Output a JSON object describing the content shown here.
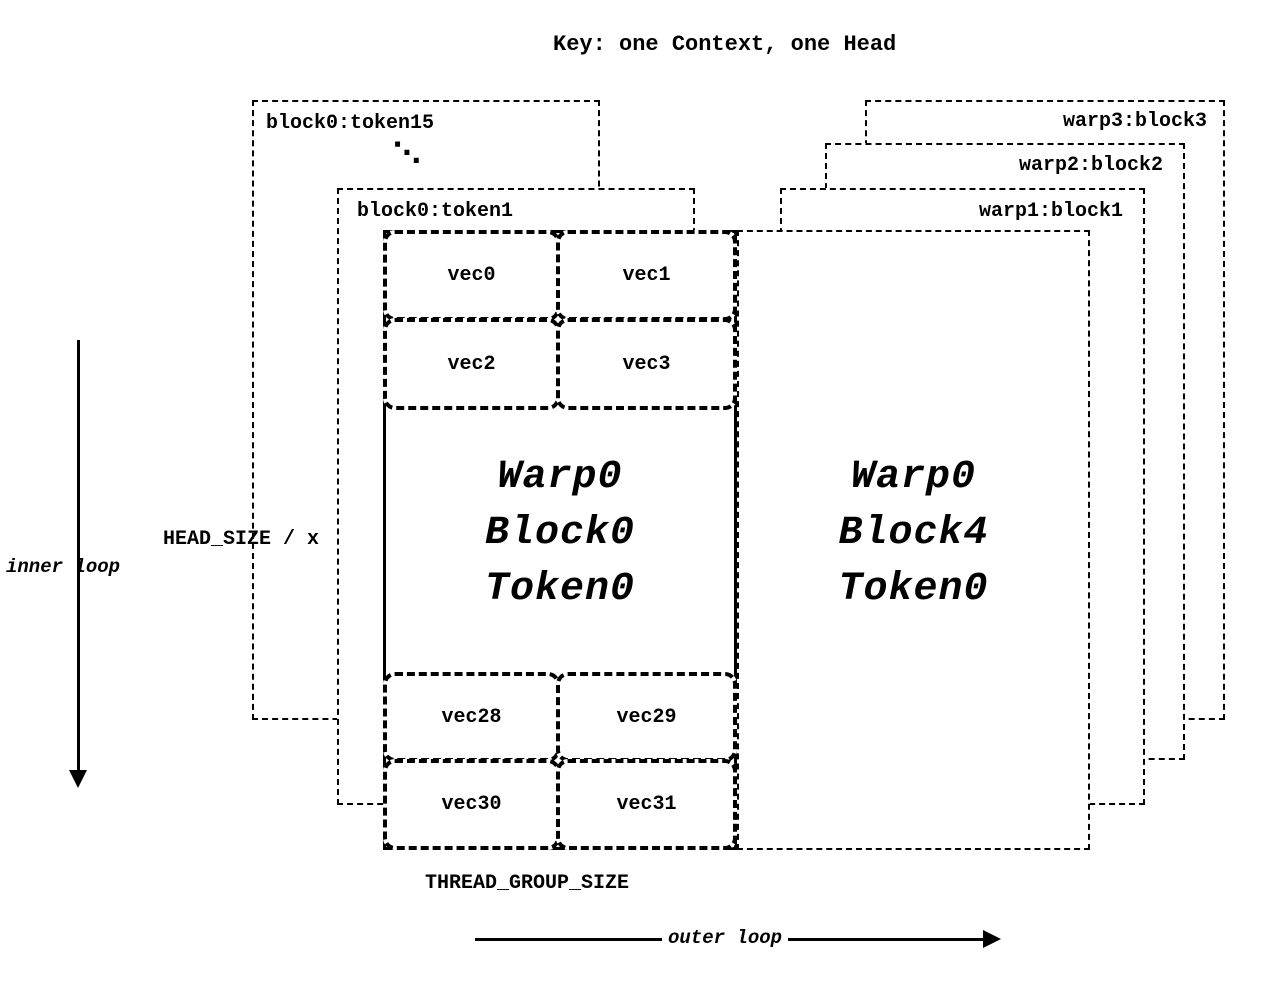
{
  "title": "Key: one Context, one Head",
  "left_stack": {
    "back_label": "block0:token15",
    "dots": "⋱",
    "middle_label": "block0:token1",
    "front": {
      "line1": "Warp0",
      "line2": "Block0",
      "line3": "Token0",
      "vecs_top": [
        "vec0",
        "vec1",
        "vec2",
        "vec3"
      ],
      "vecs_bottom": [
        "vec28",
        "vec29",
        "vec30",
        "vec31"
      ]
    }
  },
  "right_stack": {
    "label_back": "warp3:block3",
    "label_mid": "warp2:block2",
    "label_front": "warp1:block1",
    "front": {
      "line1": "Warp0",
      "line2": "Block4",
      "line3": "Token0"
    }
  },
  "labels": {
    "inner_loop": "inner loop",
    "outer_loop": "outer loop",
    "head_size": "HEAD_SIZE / x",
    "thread_group_size": "THREAD_GROUP_SIZE"
  },
  "colors": {
    "ink": "#000000",
    "background": "#ffffff"
  }
}
